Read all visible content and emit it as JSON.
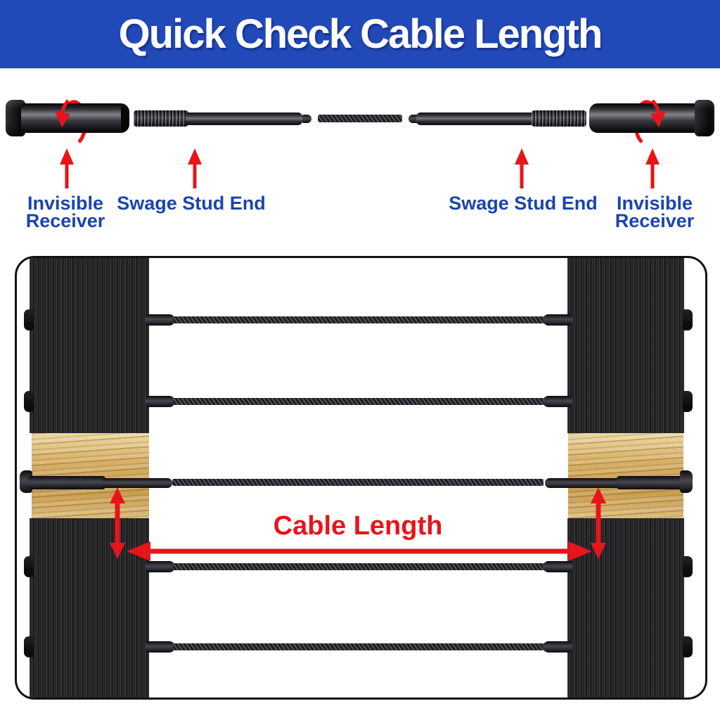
{
  "header": {
    "title": "Quick Check Cable Length"
  },
  "hardware_diagram": {
    "labels": {
      "left_receiver": "Invisible Receiver",
      "left_stud": "Swage Stud End",
      "right_stud": "Swage Stud End",
      "right_receiver": "Invisible Receiver"
    },
    "icons": {
      "rotation_arrow": "curved-rotation-arrow",
      "pointer_arrow": "red-up-arrow"
    }
  },
  "railing_illustration": {
    "measure_label": "Cable Length",
    "cable_rows": 5,
    "icons": {
      "vertical_dimension_arrow": "double-headed-vertical-arrow",
      "horizontal_dimension_arrow": "double-headed-horizontal-arrow"
    }
  },
  "colors": {
    "header_bg": "#2149b8",
    "header_text": "#ffffff",
    "label_blue": "#1b44ac",
    "annotation_red": "#e8141b",
    "wood_tan": "#d8b26b",
    "post_charcoal": "#232326"
  }
}
